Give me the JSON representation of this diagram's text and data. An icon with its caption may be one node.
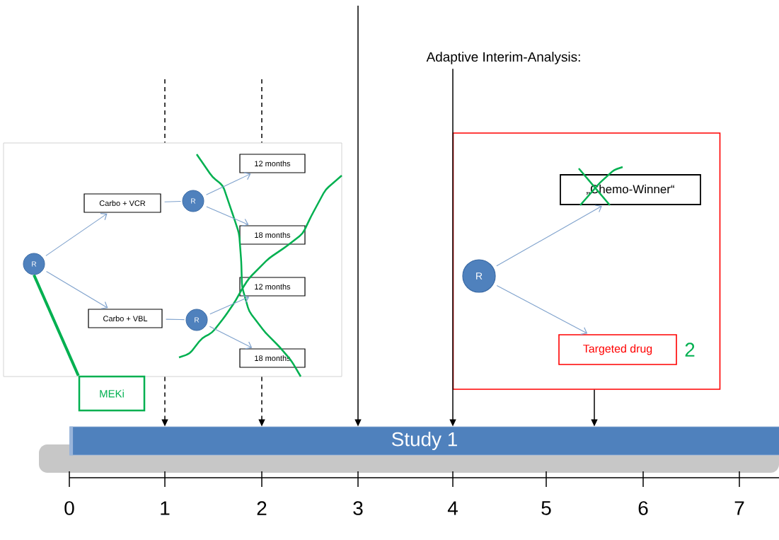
{
  "diagram": {
    "nodes": [
      {
        "text": [],
        "shape": "box"
      },
      {
        "text": [
          "R"
        ],
        "in": 0
      },
      {
        "text": [
          "Carbo + VCR"
        ],
        "in": 0
      },
      {
        "text": [
          "R"
        ],
        "in": 0
      },
      {
        "text": [
          "Carbo + VBL"
        ],
        "in": 0
      },
      {
        "text": [
          "R"
        ],
        "in": 0
      },
      {
        "text": [
          "12 months"
        ],
        "in": 0
      },
      {
        "text": [
          "18 months"
        ],
        "in": 0
      },
      {
        "text": [
          "12 months"
        ],
        "in": 0
      },
      {
        "text": [
          "18 months"
        ],
        "in": 0
      },
      {
        "text": [
          "MEKi"
        ]
      },
      {
        "text": [],
        "shape": "box"
      },
      {
        "text": [
          "R"
        ],
        "in": 11
      },
      {
        "text": [
          "„Chemo-Winner“"
        ],
        "in": 11
      },
      {
        "text": [
          "Targeted drug"
        ],
        "beside": [
          "2"
        ],
        "in": 11
      },
      {
        "text": [
          "Study 1"
        ]
      },
      {
        "text": [
          "Adaptive Interim-Analysis:"
        ]
      }
    ],
    "edges": [
      {
        "from": 1,
        "to": 2,
        "arrow": "to"
      },
      {
        "from": 1,
        "to": 4,
        "arrow": "to"
      },
      {
        "from": 2,
        "to": 3,
        "arrow": "none"
      },
      {
        "from": 4,
        "to": 5,
        "arrow": "none"
      },
      {
        "from": 3,
        "to": 6,
        "arrow": "to"
      },
      {
        "from": 3,
        "to": 7,
        "arrow": "to"
      },
      {
        "from": 5,
        "to": 8,
        "arrow": "to"
      },
      {
        "from": 5,
        "to": 9,
        "arrow": "to"
      },
      {
        "from": 12,
        "to": 13,
        "arrow": "to"
      },
      {
        "from": 12,
        "to": 14,
        "arrow": "to"
      },
      {
        "from": 10,
        "to": 1,
        "arrow": "none",
        "style": "thick",
        "color": "#00b050"
      },
      {
        "from": null,
        "to": 0,
        "arrow": "none",
        "style": "dashed",
        "color": "#000000"
      },
      {
        "from": null,
        "to": 0,
        "arrow": "none",
        "style": "dashed",
        "color": "#000000"
      },
      {
        "from": 0,
        "to": 15,
        "arrow": "to",
        "style": "dashed",
        "color": "#000000"
      },
      {
        "from": 0,
        "to": 15,
        "arrow": "to",
        "style": "dashed",
        "color": "#000000"
      },
      {
        "from": null,
        "to": 15,
        "arrow": "to",
        "color": "#000000"
      },
      {
        "from": 16,
        "to": 15,
        "arrow": "to",
        "color": "#000000"
      },
      {
        "from": 11,
        "to": 15,
        "arrow": "to",
        "color": "#000000"
      }
    ],
    "labels": [
      "0",
      "1",
      "2",
      "3",
      "4",
      "5",
      "6",
      "7"
    ]
  }
}
